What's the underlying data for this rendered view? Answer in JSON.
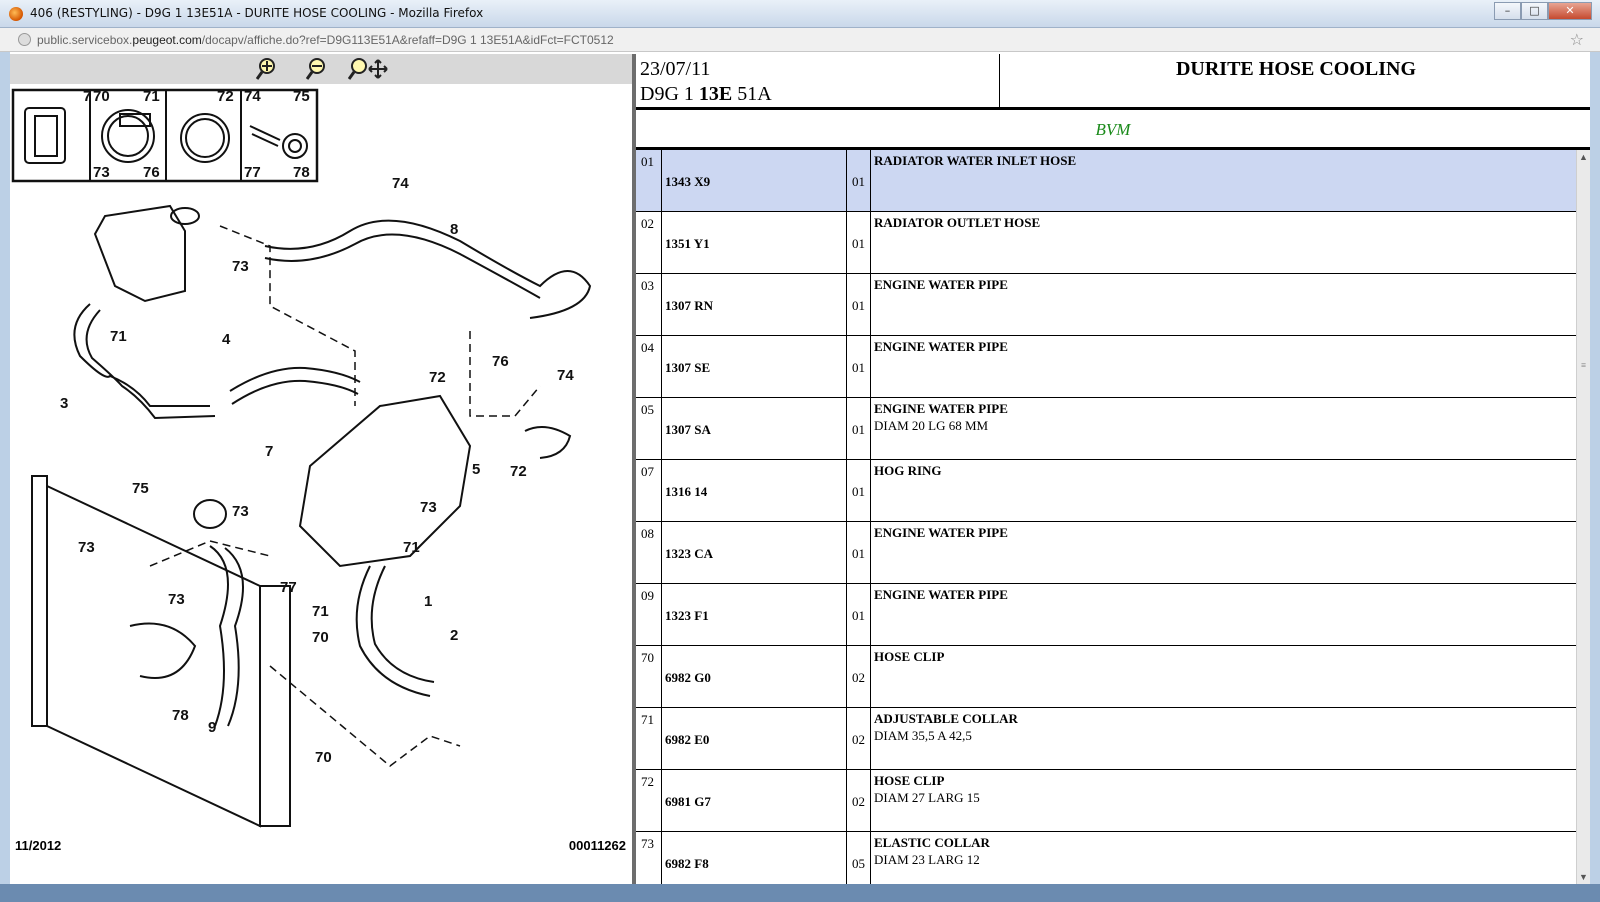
{
  "window": {
    "title": "406 (RESTYLING) - D9G 1 13E51A - DURITE HOSE COOLING - Mozilla Firefox",
    "minimize": "–",
    "maximize": "□",
    "close": "✕"
  },
  "address": {
    "url_prefix": "public.servicebox.",
    "url_domain": "peugeot.com",
    "url_suffix": "/docapv/affiche.do?ref=D9G113E51A&refaff=D9G 1 13E51A&idFct=FCT0512"
  },
  "figure": {
    "date": "11/2012",
    "code": "00011262",
    "legend": [
      "7",
      "70",
      "71",
      "73",
      "76",
      "72",
      "74",
      "75",
      "77",
      "78"
    ],
    "callouts": [
      "74",
      "8",
      "73",
      "71",
      "4",
      "3",
      "76",
      "74",
      "72",
      "7",
      "75",
      "5",
      "72",
      "73",
      "73",
      "73",
      "71",
      "73",
      "77",
      "71",
      "1",
      "70",
      "2",
      "78",
      "9",
      "70"
    ]
  },
  "header": {
    "date": "23/07/11",
    "ref_a": "D9G 1 ",
    "ref_b": "13E",
    "ref_c": " 51A",
    "title": "DURITE HOSE COOLING"
  },
  "group": "BVM",
  "parts": [
    {
      "idx": "01",
      "ref": "1343 X9",
      "qty": "01",
      "desc": "RADIATOR WATER INLET HOSE",
      "desc2": ""
    },
    {
      "idx": "02",
      "ref": "1351 Y1",
      "qty": "01",
      "desc": "RADIATOR OUTLET HOSE",
      "desc2": ""
    },
    {
      "idx": "03",
      "ref": "1307 RN",
      "qty": "01",
      "desc": "ENGINE WATER PIPE",
      "desc2": ""
    },
    {
      "idx": "04",
      "ref": "1307 SE",
      "qty": "01",
      "desc": "ENGINE WATER PIPE",
      "desc2": ""
    },
    {
      "idx": "05",
      "ref": "1307 SA",
      "qty": "01",
      "desc": "ENGINE WATER PIPE",
      "desc2": "DIAM 20 LG 68 MM"
    },
    {
      "idx": "07",
      "ref": "1316 14",
      "qty": "01",
      "desc": "HOG RING",
      "desc2": ""
    },
    {
      "idx": "08",
      "ref": "1323 CA",
      "qty": "01",
      "desc": "ENGINE WATER PIPE",
      "desc2": ""
    },
    {
      "idx": "09",
      "ref": "1323 F1",
      "qty": "01",
      "desc": "ENGINE WATER PIPE",
      "desc2": ""
    },
    {
      "idx": "70",
      "ref": "6982 G0",
      "qty": "02",
      "desc": "HOSE CLIP",
      "desc2": ""
    },
    {
      "idx": "71",
      "ref": "6982 E0",
      "qty": "02",
      "desc": "ADJUSTABLE COLLAR",
      "desc2": "DIAM 35,5 A 42,5"
    },
    {
      "idx": "72",
      "ref": "6981 G7",
      "qty": "02",
      "desc": "HOSE CLIP",
      "desc2": "DIAM 27 LARG 15"
    },
    {
      "idx": "73",
      "ref": "6982 F8",
      "qty": "05",
      "desc": "ELASTIC COLLAR",
      "desc2": "DIAM 23 LARG 12"
    }
  ],
  "selected_index": 0,
  "scrollbar": {
    "up": "▲",
    "down": "▼",
    "thumb": "≡"
  },
  "icons": [
    "firefox-icon",
    "zoom-in-icon",
    "zoom-out-icon",
    "zoom-pan-icon",
    "bookmark-star-icon"
  ]
}
